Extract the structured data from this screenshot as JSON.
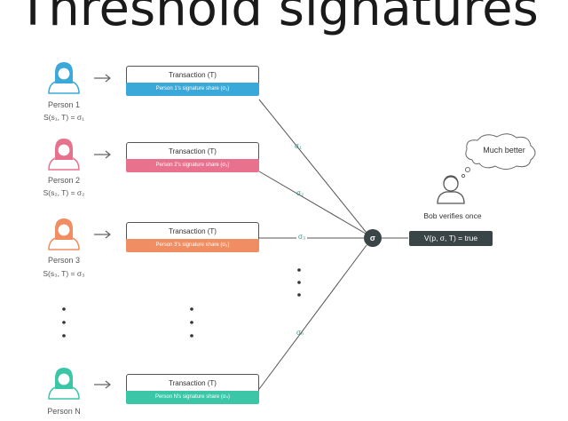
{
  "title": "Threshold signatures",
  "transaction_label": "Transaction (T)",
  "persons": [
    {
      "label": "Person 1",
      "formula": "S(s₁, T) = σ₁",
      "share": "Person 1's signature share (σ₁)",
      "sigma": "σ₁",
      "color": "#3aa8d8"
    },
    {
      "label": "Person 2",
      "formula": "S(s₂, T) = σ₂",
      "share": "Person 2's signature share (σ₂)",
      "sigma": "σ₂",
      "color": "#e8728e"
    },
    {
      "label": "Person 3",
      "formula": "S(s₃, T) = σ₃",
      "share": "Person 3's signature share (σ₃)",
      "sigma": "σ₃",
      "color": "#f08d62"
    },
    {
      "label": "Person N",
      "formula": "",
      "share": "Person N's signature share (σₙ)",
      "sigma": "σₙ",
      "color": "#3cc6a8"
    }
  ],
  "aggregate_symbol": "σ",
  "bob_label": "Bob verifies once",
  "verify_text": "V(p, σ, T) = true",
  "bubble_text": "Much better",
  "colors": {
    "line": "#555555",
    "node": "#3a4548",
    "sigma_text": "#2a9a93"
  }
}
